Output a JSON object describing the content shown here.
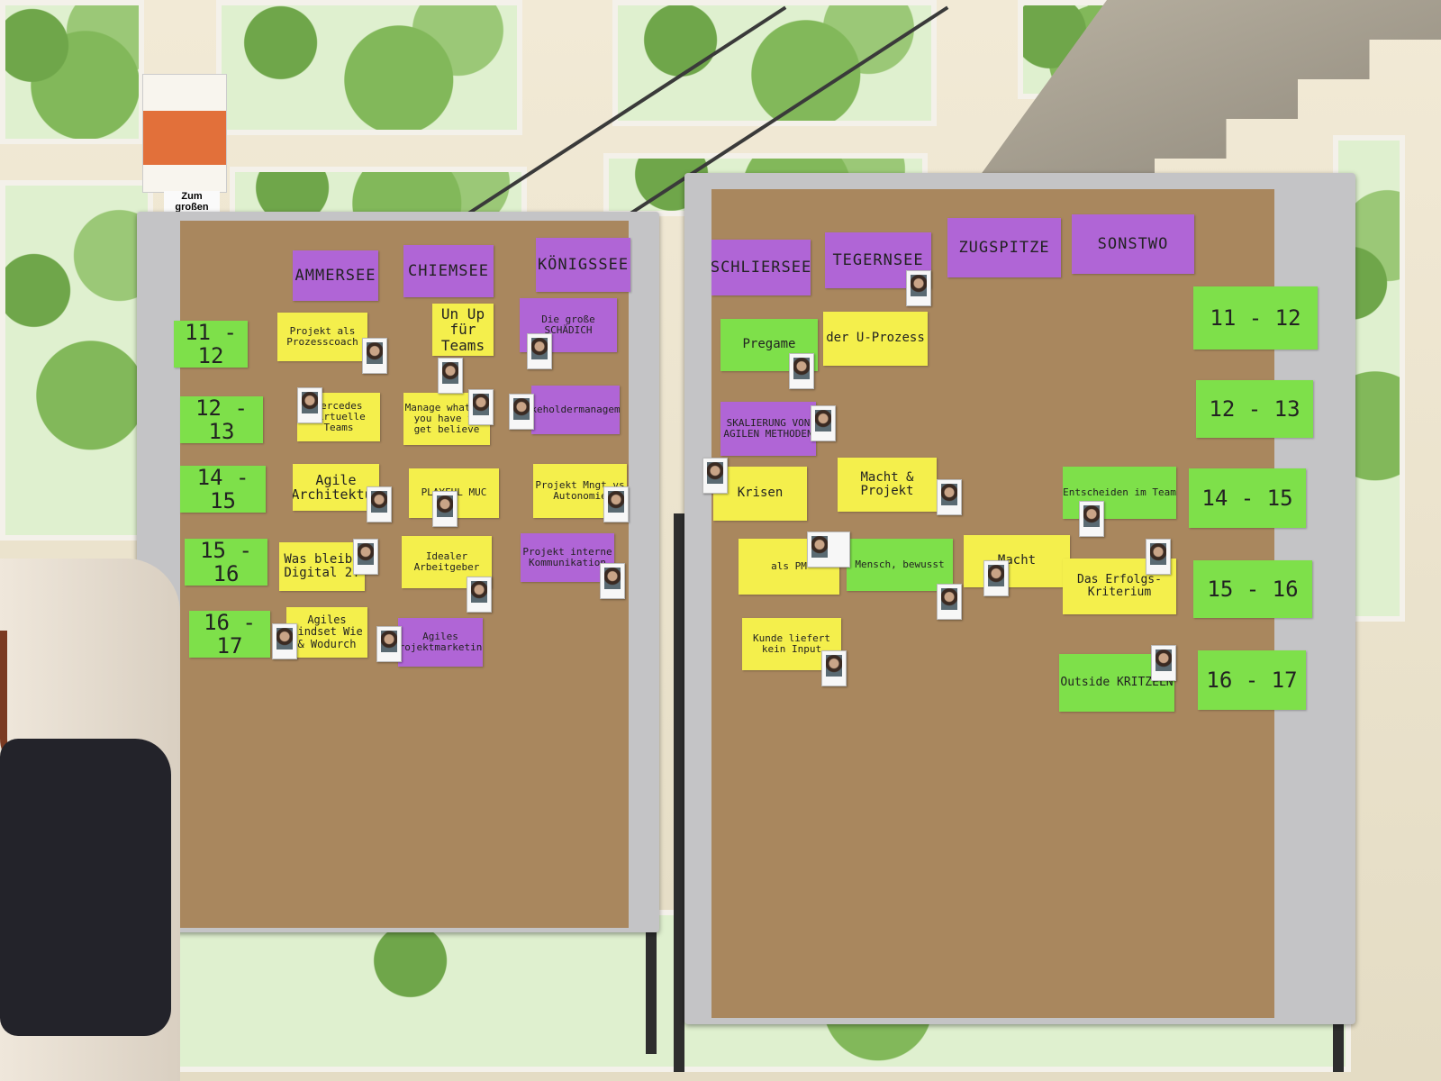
{
  "sign_text": "Zum großen Hörsaal",
  "left_board": {
    "headers": [
      "AMMERSEE",
      "CHIEMSEE",
      "KÖNIGSSEE"
    ],
    "times": [
      "11 - 12",
      "12 - 13",
      "14 - 15",
      "15 - 16",
      "16 - 17"
    ],
    "notes": [
      "Projekt als Prozesscoach",
      "Un Up für Teams",
      "Die große SCHÄDICH",
      "Mercedes Virtuelle Teams",
      "Manage what do you have to get believe",
      "Stakeholdermanagement",
      "Agile Architektur",
      "PLAYFUL MUC",
      "Projekt Mngt vs Autonomie",
      "Was bleibt Digital 2!",
      "Idealer Arbeitgeber",
      "Projekt interne Kommunikation",
      "Agiles Mindset Wie & Wodurch",
      "Agiles Projektmarketing"
    ]
  },
  "right_board": {
    "headers": [
      "SCHLIERSEE",
      "TEGERNSEE",
      "ZUGSPITZE",
      "SONSTWO"
    ],
    "times": [
      "11 - 12",
      "12 - 13",
      "14 - 15",
      "15 - 16",
      "16 - 17"
    ],
    "notes": [
      "Pregame",
      "der U-Prozess",
      "SKALIERUNG VON AGILEN METHODEN",
      "Krisen",
      "Macht & Projekt",
      "Entscheiden im Team",
      "als PM",
      "Mensch, bewusst",
      "Macht",
      "Das Erfolgs-Kriterium",
      "Kunde liefert kein Input",
      "Outside KRITZELN"
    ]
  },
  "colors": {
    "header": "#b065d6",
    "session": "#f4ef4c",
    "time": "#7ee04a",
    "paper": "#a9875e"
  }
}
